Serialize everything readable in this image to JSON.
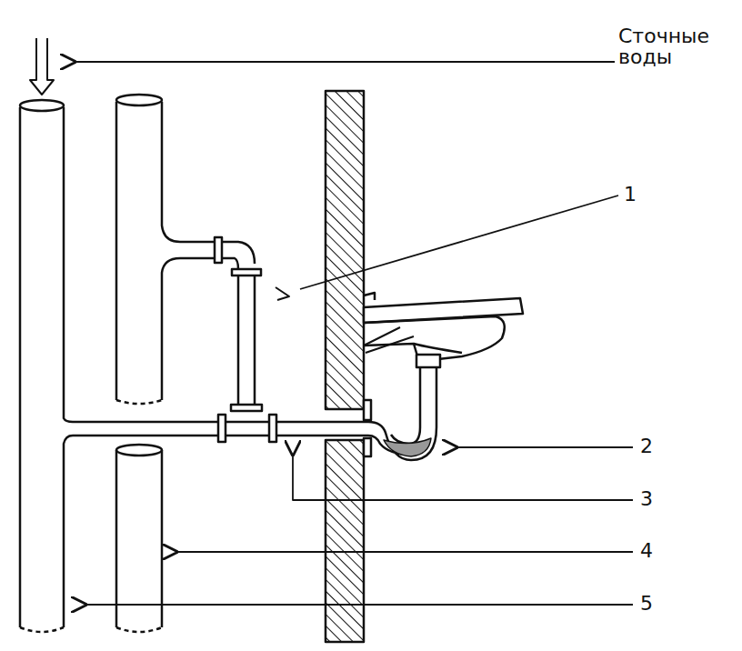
{
  "diagram": {
    "labels": [
      "Сточные воды",
      "1",
      "2",
      "3",
      "4",
      "5"
    ]
  }
}
